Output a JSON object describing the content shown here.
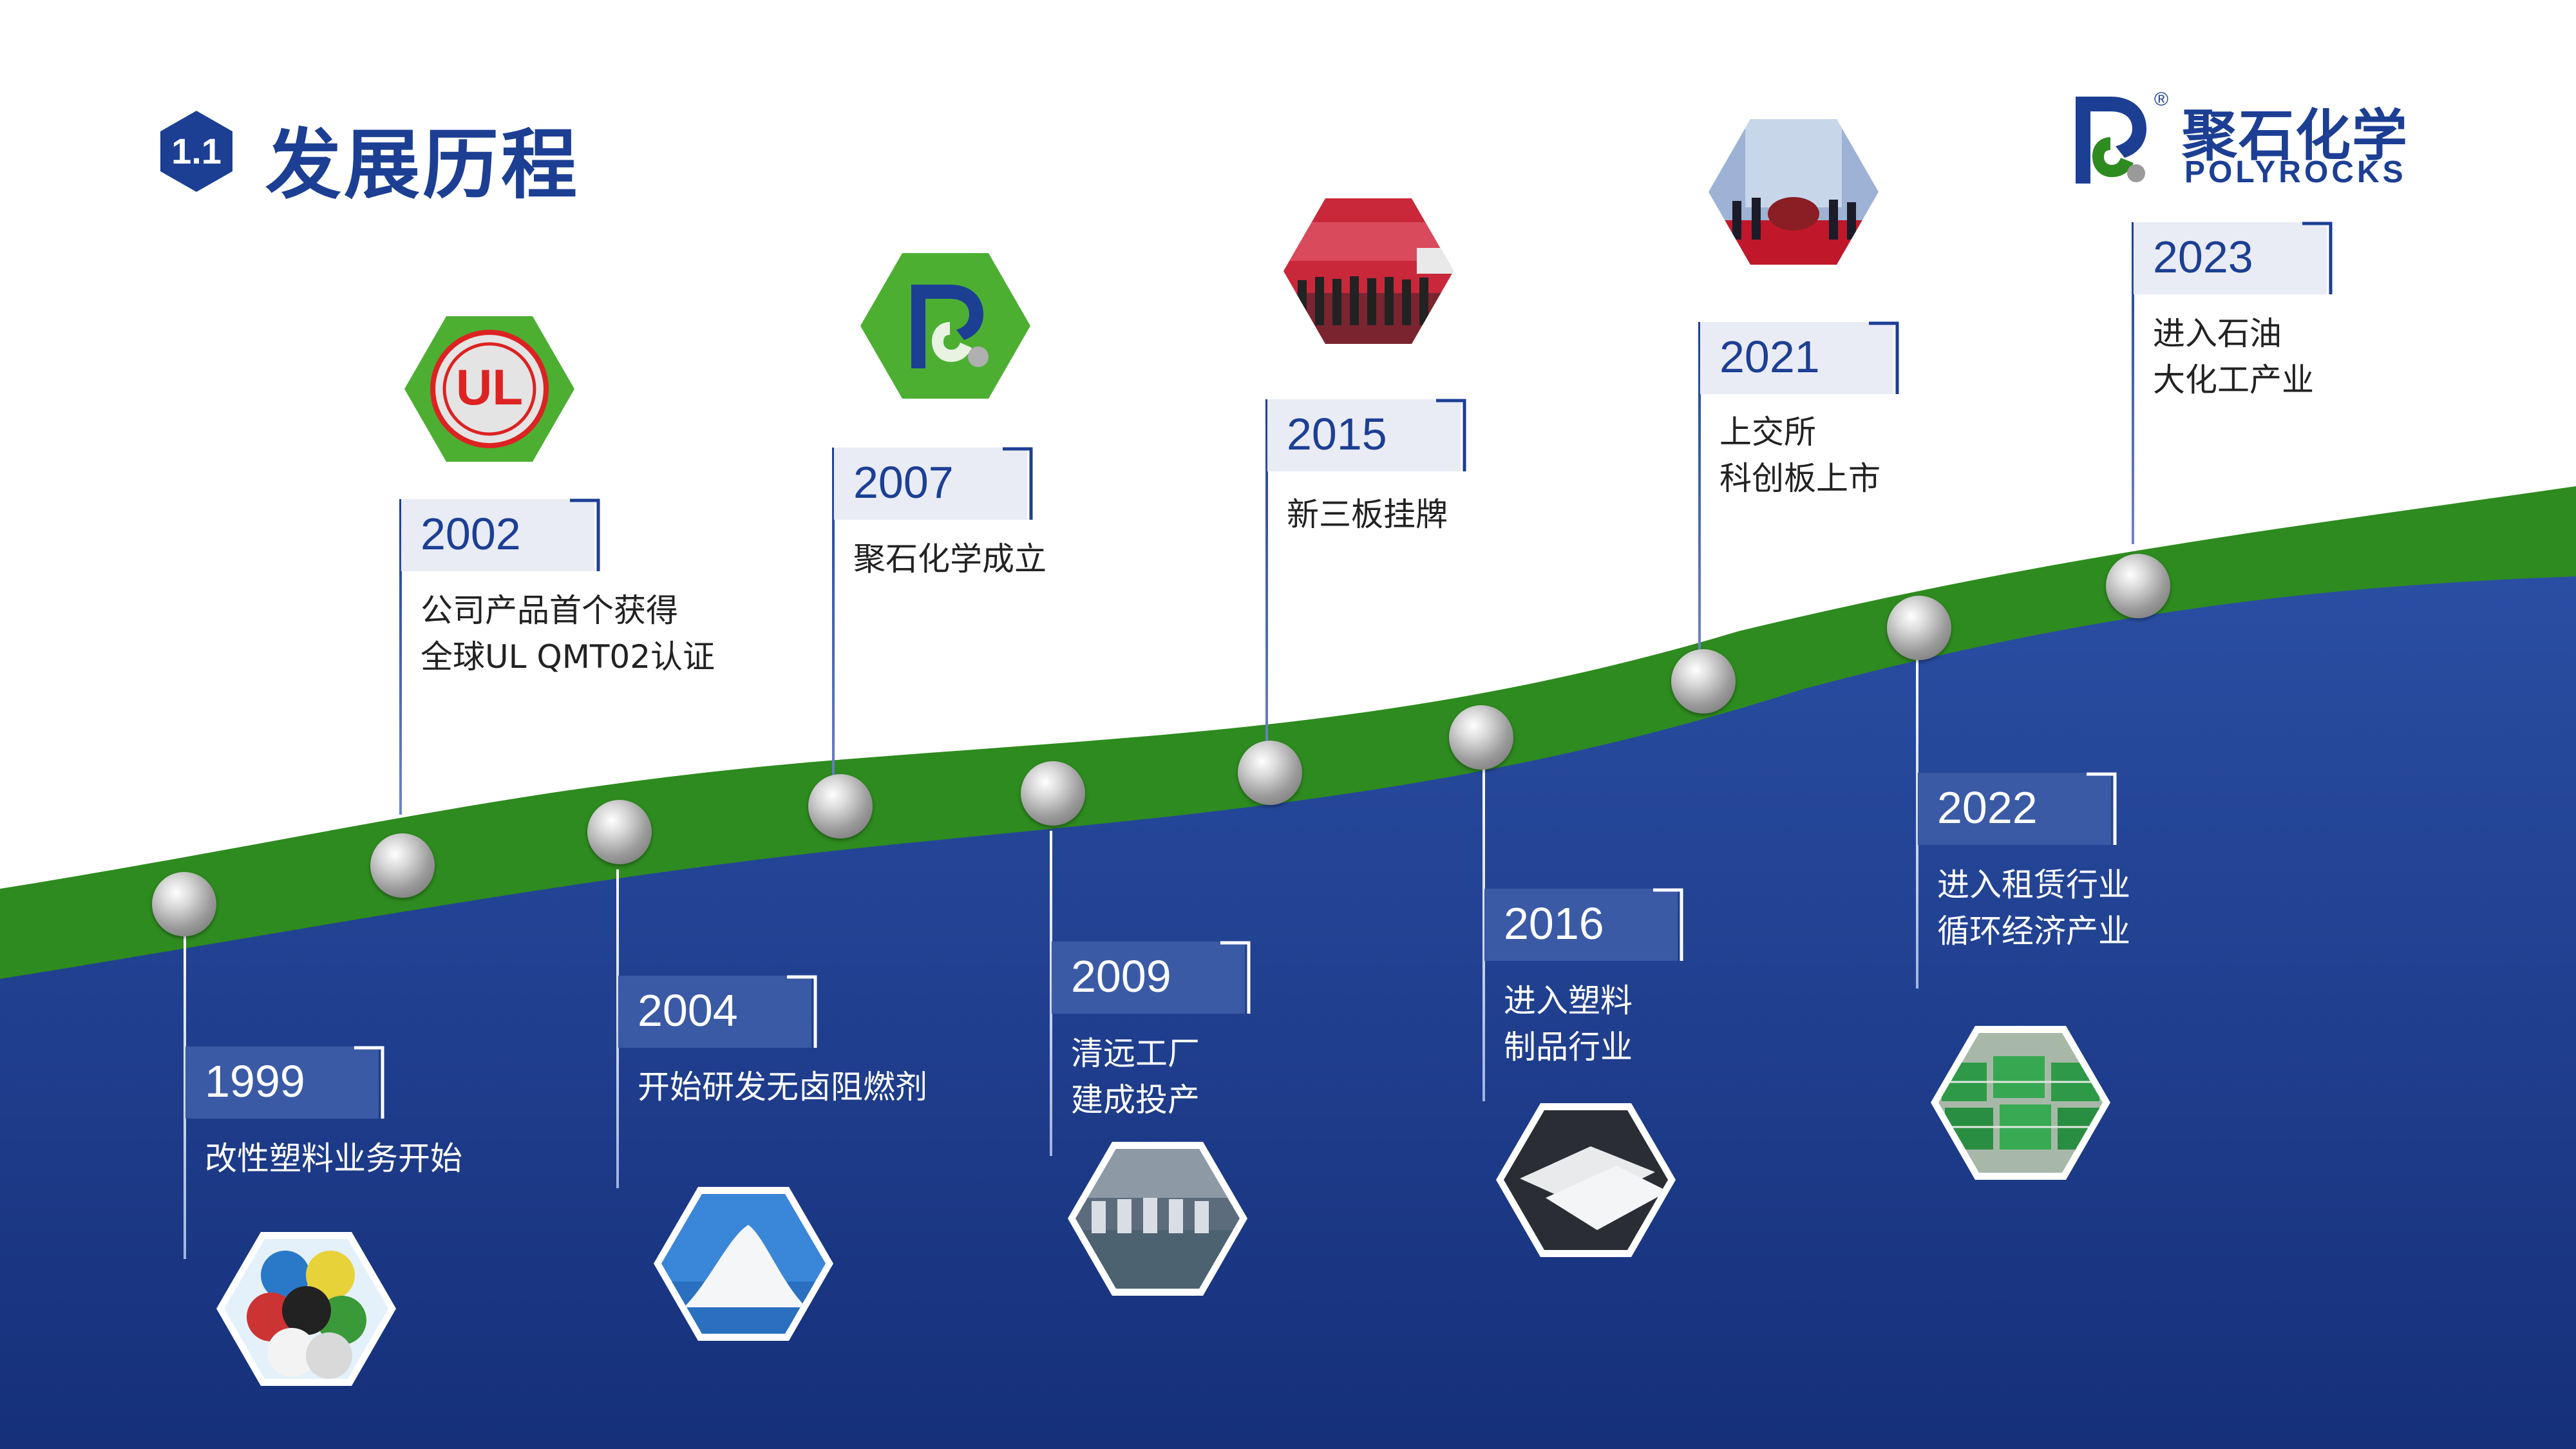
{
  "header": {
    "section_number": "1.1",
    "title": "发展历程"
  },
  "logo": {
    "cn_name": "聚石化学",
    "en_name": "POLYROCKS",
    "registered_mark": "®"
  },
  "colors": {
    "brand_blue": "#1c3f94",
    "band_green": "#2e8b1f",
    "bottom_blue": "#1f4090",
    "year_box_light": "#e9ecf5",
    "year_box_dark": "#3a5aa5"
  },
  "milestones": [
    {
      "year": "1999",
      "lines": [
        "改性塑料业务开始"
      ],
      "image": "plastic-pellets-image"
    },
    {
      "year": "2002",
      "lines": [
        "公司产品首个获得",
        "全球UL QMT02认证"
      ],
      "image": "ul-logo-image"
    },
    {
      "year": "2004",
      "lines": [
        "开始研发无卤阻燃剂"
      ],
      "image": "white-powder-image"
    },
    {
      "year": "2007",
      "lines": [
        "聚石化学成立"
      ],
      "image": "company-logo-image"
    },
    {
      "year": "2009",
      "lines": [
        "清远工厂",
        "建成投产"
      ],
      "image": "factory-image"
    },
    {
      "year": "2015",
      "lines": [
        "新三板挂牌"
      ],
      "image": "listing-ceremony-image"
    },
    {
      "year": "2016",
      "lines": [
        "进入塑料",
        "制品行业"
      ],
      "image": "plastic-sheets-image"
    },
    {
      "year": "2021",
      "lines": [
        "上交所",
        "科创板上市"
      ],
      "image": "bell-ringing-image"
    },
    {
      "year": "2022",
      "lines": [
        "进入租赁行业",
        "循环经济产业"
      ],
      "image": "pallet-boxes-image"
    },
    {
      "year": "2023",
      "lines": [
        "进入石油",
        "大化工产业"
      ]
    }
  ],
  "image_labels": {
    "ul_mark": "UL"
  }
}
